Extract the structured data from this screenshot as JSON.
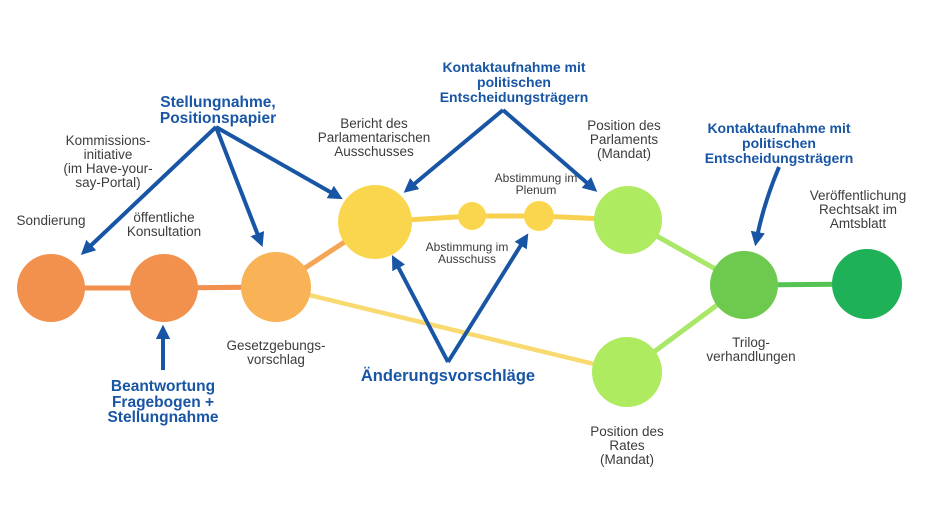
{
  "diagram": {
    "type": "process-flow",
    "language": "de",
    "colors": {
      "bg": "#FFFFFF",
      "text": "#3C3C3B",
      "blue": "#1856A5",
      "orange": "#F2914E",
      "light_orange": "#F9B256",
      "yellow": "#FAD64F",
      "light_green": "#AFEB61",
      "mid_green": "#6EC94F",
      "dark_green": "#1EB158",
      "edge_orange": "#F2914E",
      "edge_light_orange": "#F5A556",
      "edge_yellow": "#F8D14F",
      "edge_pale_yellow": "#F8DA70",
      "edge_light_green": "#A9E768",
      "edge_green": "#55C353"
    },
    "nodes": {
      "sondierung": "Sondierung",
      "kommissionsinitiative": "Kommissions-\ninitiative\n(im Have-your-\nsay-Portal)",
      "konsultation": "öffentliche\nKonsultation",
      "gesetzgebungsvorschlag": "Gesetzgebungs-\nvorschlag",
      "bericht_ausschuss": "Bericht des\nParlamentarischen\nAusschusses",
      "abstimmung_ausschuss": "Abstimmung im\nAusschuss",
      "abstimmung_plenum": "Abstimmung im\nPlenum",
      "position_parlament": "Position des\nParlaments\n(Mandat)",
      "position_rat": "Position des\nRates\n(Mandat)",
      "trilog": "Trilog-\nverhandlungen",
      "veroeffentlichung": "Veröffentlichung\nRechtsakt im\nAmtsblatt"
    },
    "annotations": {
      "stellungnahme": "Stellungnahme,\nPositionspapier",
      "kontakt_parlament": "Kontaktaufnahme mit\npolitischen\nEntscheidungsträgern",
      "kontakt_trilog": "Kontaktaufnahme mit\npolitischen\nEntscheidungsträgern",
      "beantwortung": "Beantwortung\nFragebogen +\nStellungnahme",
      "aenderungsvorschlaege": "Änderungsvorschläge"
    }
  }
}
